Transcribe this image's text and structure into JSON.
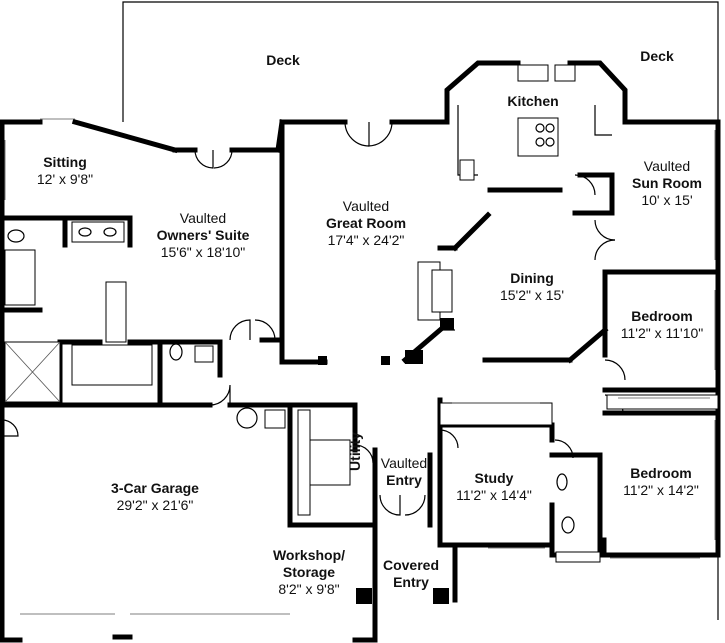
{
  "rooms": {
    "deck_left": {
      "name": "Deck"
    },
    "deck_right": {
      "name": "Deck"
    },
    "kitchen": {
      "name": "Kitchen"
    },
    "sun_room": {
      "prefix": "Vaulted",
      "name": "Sun Room",
      "dims": "10' x 15'"
    },
    "sitting": {
      "name": "Sitting",
      "dims": "12' x 9'8\""
    },
    "owners_suite": {
      "prefix": "Vaulted",
      "name": "Owners' Suite",
      "dims": "15'6\" x 18'10\""
    },
    "great_room": {
      "prefix": "Vaulted",
      "name": "Great Room",
      "dims": "17'4\" x 24'2\""
    },
    "dining": {
      "name": "Dining",
      "dims": "15'2\" x 15'"
    },
    "bedroom_1": {
      "name": "Bedroom",
      "dims": "11'2\" x 11'10\""
    },
    "bedroom_2": {
      "name": "Bedroom",
      "dims": "11'2\" x 14'2\""
    },
    "garage": {
      "name": "3-Car Garage",
      "dims": "29'2\" x 21'6\""
    },
    "utility": {
      "name": "Utility"
    },
    "entry": {
      "line1": "Vaulted",
      "line2": "Entry"
    },
    "study": {
      "name": "Study",
      "dims": "11'2\" x 14'4\""
    },
    "workshop": {
      "name_line1": "Workshop/",
      "name_line2": "Storage",
      "dims": "8'2\" x 9'8\""
    },
    "covered_entry": {
      "name_line1": "Covered",
      "name_line2": "Entry"
    }
  }
}
